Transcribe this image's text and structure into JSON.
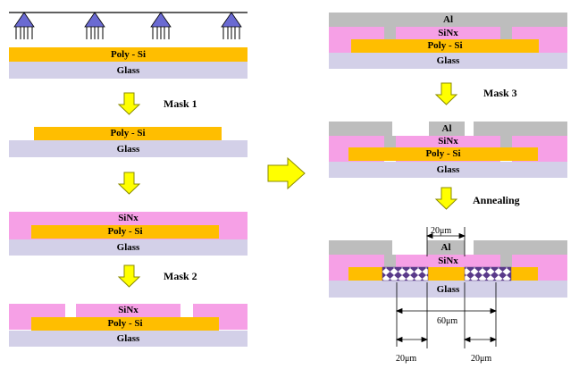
{
  "colors": {
    "glass": "#d3d0e8",
    "poly": "#ffbe00",
    "sinx": "#f6a0e6",
    "al": "#bdbdbd",
    "arrow_fill": "#ffff00",
    "arrow_stroke": "#8b8b00",
    "lamp": "#6a6ad2"
  },
  "labels": {
    "glass": "Glass",
    "poly": "Poly - Si",
    "sinx": "SiNx",
    "al": "Al"
  },
  "steps": {
    "mask1": "Mask 1",
    "mask2": "Mask 2",
    "mask3": "Mask 3",
    "annealing": "Annealing"
  },
  "dimensions": {
    "top": "20μm",
    "middle": "60μm",
    "left": "20μm",
    "right": "20μm"
  }
}
